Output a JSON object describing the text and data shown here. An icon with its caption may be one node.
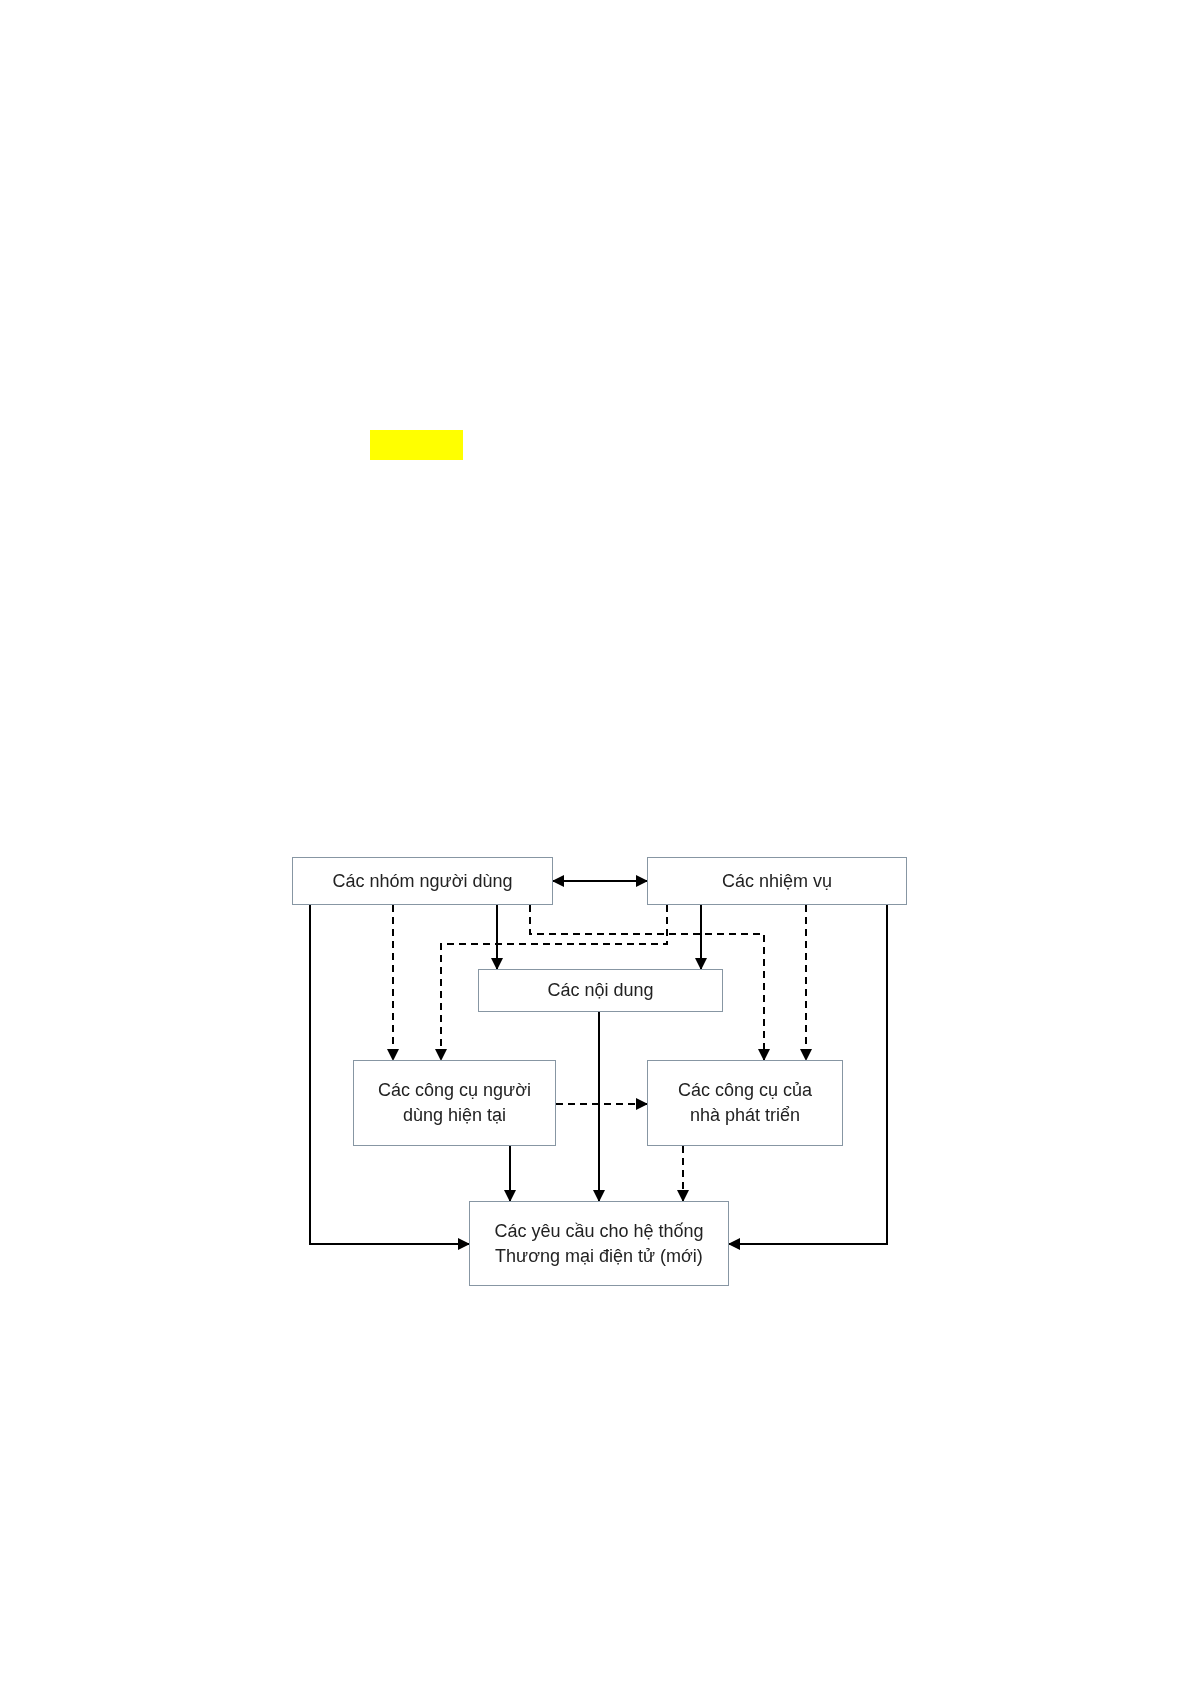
{
  "diagram": {
    "nodes": [
      {
        "text": [
          "Các nhóm người dùng"
        ]
      },
      {
        "text": [
          "Các nhiệm vụ"
        ]
      },
      {
        "text": [
          "Các nội dung"
        ]
      },
      {
        "text": [
          "Các công cụ người dùng hiện tại"
        ]
      },
      {
        "text": [
          "Các công cụ của nhà phát triển"
        ]
      },
      {
        "text": [
          "Các yêu cầu cho hệ thống Thương mại điện tử (mới)"
        ]
      }
    ],
    "edges": [
      {
        "from": 0,
        "to": 1,
        "arrow": "both"
      },
      {
        "from": 0,
        "to": 2,
        "arrow": "to"
      },
      {
        "from": 1,
        "to": 2,
        "arrow": "to"
      },
      {
        "from": 0,
        "to": 3,
        "arrow": "to",
        "style": "dashed"
      },
      {
        "from": 1,
        "to": 3,
        "arrow": "to",
        "style": "dashed"
      },
      {
        "from": 0,
        "to": 4,
        "arrow": "to",
        "style": "dashed"
      },
      {
        "from": 1,
        "to": 4,
        "arrow": "to",
        "style": "dashed"
      },
      {
        "from": 3,
        "to": 4,
        "arrow": "to",
        "style": "dashed"
      },
      {
        "from": 0,
        "to": 5,
        "arrow": "to"
      },
      {
        "from": 1,
        "to": 5,
        "arrow": "to"
      },
      {
        "from": 2,
        "to": 5,
        "arrow": "to"
      },
      {
        "from": 3,
        "to": 5,
        "arrow": "to"
      },
      {
        "from": 4,
        "to": 5,
        "arrow": "to",
        "style": "dashed"
      }
    ]
  }
}
